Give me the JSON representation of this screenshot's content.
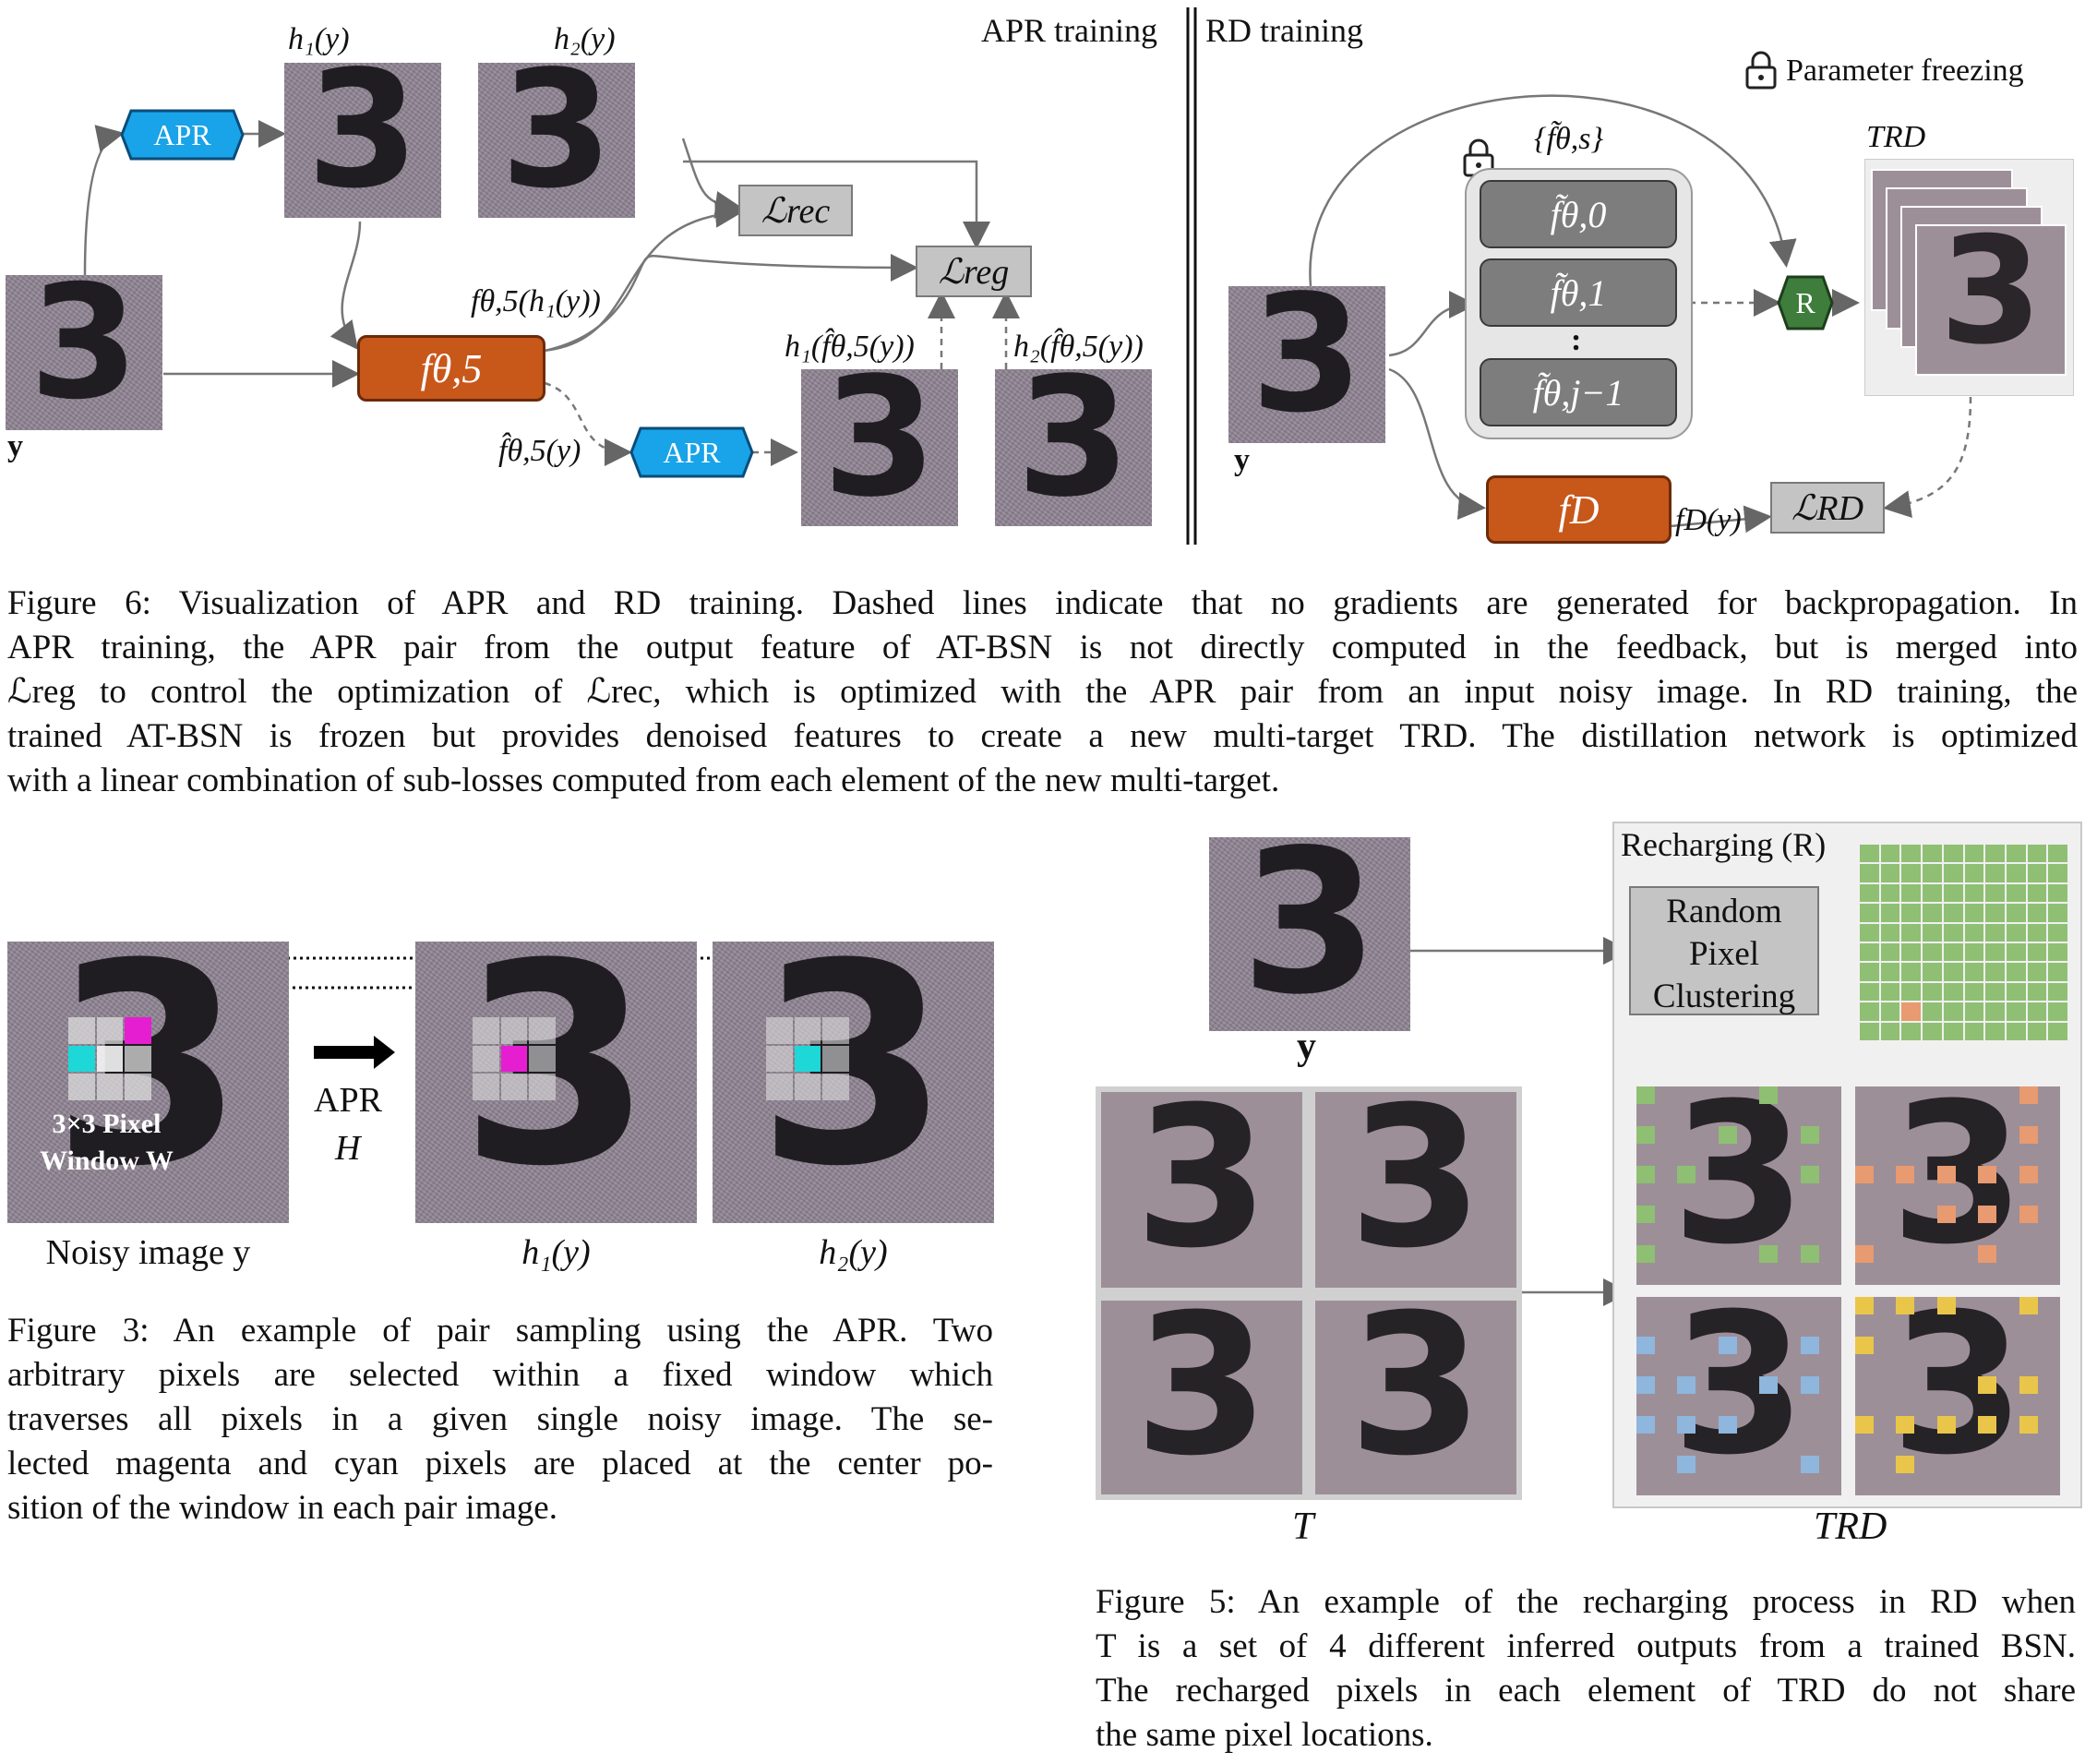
{
  "fig6": {
    "apr_training_title": "APR training",
    "rd_training_title": "RD training",
    "param_freezing": "Parameter freezing",
    "apr_node": "APR",
    "apr_node2": "APR",
    "r_node": "R",
    "h1y": "h₁(y)",
    "h2y": "h₂(y)",
    "y_label": "y",
    "y_label2": "y",
    "l_rec": "ℒrec",
    "l_reg": "ℒreg",
    "l_rd": "ℒRD",
    "f_theta5": "fθ,5",
    "f_theta5_h1": "fθ,5(h₁(y))",
    "fhat_theta5": "f̂θ,5(y)",
    "h1_fhat": "h₁(f̂θ,5(y))",
    "h2_fhat": "h₂(f̂θ,5(y))",
    "fset": "{f̃θ,s}",
    "f0": "f̃θ,0",
    "f1": "f̃θ,1",
    "fdots": ":",
    "fj1": "f̃θ,j−1",
    "fD": "fD",
    "fDy": "fD(y)",
    "TRD": "TRD",
    "caption_lines": [
      "Figure 6: Visualization of APR and RD training. Dashed lines indicate that no gradients are generated for backpropagation. In",
      "APR training, the APR pair from the output feature of AT-BSN is not directly computed in the feedback, but is merged into",
      "ℒreg to control the optimization of ℒrec, which is optimized with the APR pair from an input noisy image. In RD training, the",
      "trained AT-BSN is frozen but provides denoised features to create a new multi-target TRD. The distillation network is optimized",
      "with a linear combination of sub-losses computed from each element of the new multi-target."
    ]
  },
  "fig3": {
    "window_label_1": "3×3 Pixel",
    "window_label_2": "Window W",
    "apr_label": "APR",
    "h_label": "H",
    "noisy_label": "Noisy image y",
    "h1_label": "h₁(y)",
    "h2_label": "h₂(y)",
    "caption_lines": [
      "Figure 3: An example of pair sampling using the APR. Two",
      "arbitrary pixels are selected within a fixed window which",
      "traverses all pixels in a given single noisy image. The se-",
      "lected magenta and cyan pixels are placed at the center po-",
      "sition of the window in each pair image."
    ]
  },
  "fig5": {
    "recharging_title": "Recharging (R)",
    "rpc_1": "Random",
    "rpc_2": "Pixel",
    "rpc_3": "Clustering",
    "y_label": "y",
    "T_label": "T",
    "TRD_label": "TRD",
    "caption_lines": [
      "Figure 5: An example of the recharging process in RD when",
      "T is a set of 4 different inferred outputs from a trained BSN.",
      "The recharged pixels in each element of TRD do not share",
      "the same pixel locations."
    ]
  },
  "colors": {
    "apr_blue": "#19a3e8",
    "orange": "#c8571a",
    "green": "#3e7d3b",
    "magenta": "#e61ed2",
    "cyan": "#1ed7d7",
    "cluster_green": "#8fbf73",
    "cluster_orange": "#e89a70",
    "cluster_blue": "#8fb6dd",
    "cluster_yellow": "#e9c64a"
  }
}
